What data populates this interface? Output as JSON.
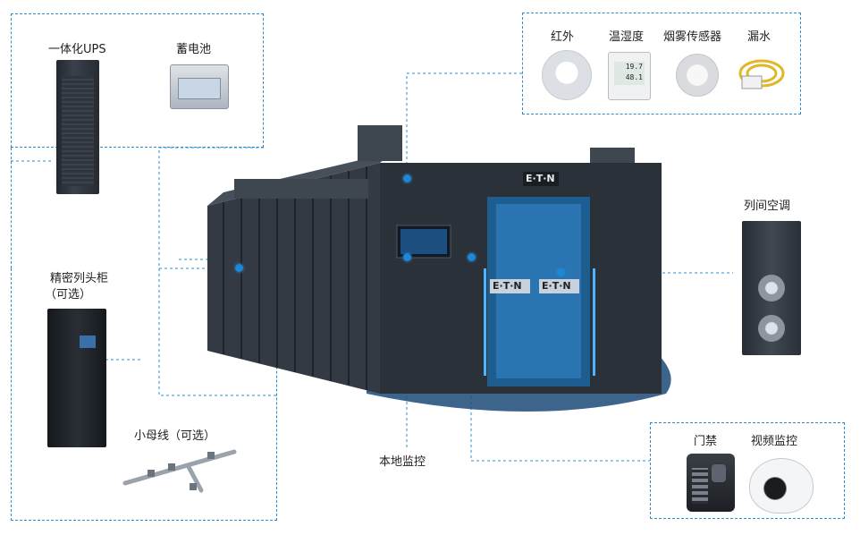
{
  "labels": {
    "ups": "一体化UPS",
    "battery": "蓄电池",
    "precision_cabinet": "精密列头柜",
    "precision_cabinet_note": "（可选）",
    "busway": "小母线（可选）",
    "local_monitor": "本地监控",
    "infrared": "红外",
    "temp_humidity": "温湿度",
    "smoke_sensor": "烟雾传感器",
    "water_leak": "漏水",
    "inrow_ac": "列间空调",
    "access_control": "门禁",
    "video_monitor": "视频监控"
  },
  "brand": {
    "logo_text": "E·T·N",
    "panel_logo": "E·T·N",
    "sensor_reading_1": "19.7",
    "sensor_reading_2": "48.1"
  },
  "colors": {
    "accent": "#1e88d6",
    "dashed_line": "#2a8fd0",
    "cabinet_dark": "#2b3139",
    "glow_blue": "#4fb3ff"
  }
}
